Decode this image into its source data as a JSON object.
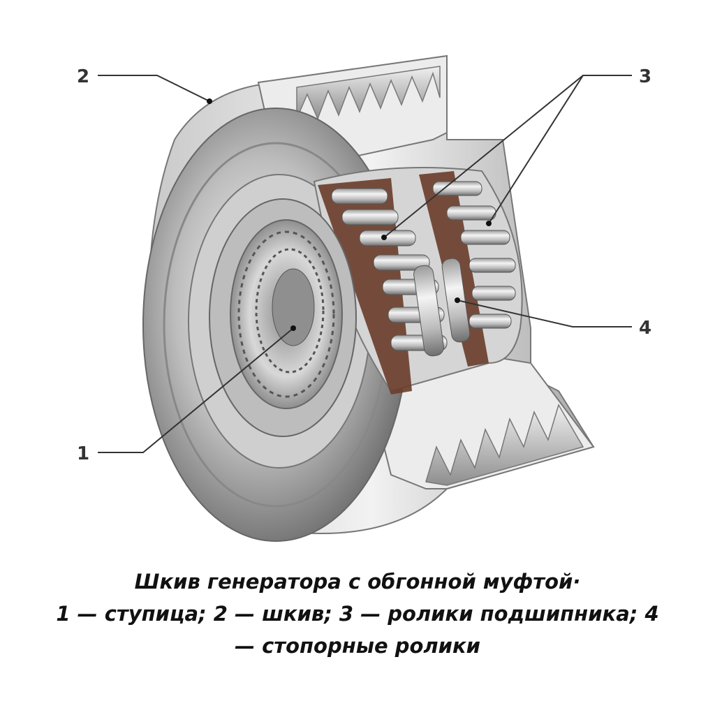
{
  "callouts": {
    "hub": "1",
    "pulley": "2",
    "bearing_rollers": "3",
    "locking_rollers": "4"
  },
  "caption": {
    "line1": "Шкив генератора с обгонной муфтой·",
    "line2": "1 — ступица; 2 — шкив; 3 — ролики подшипника; 4",
    "line3": "— стопорные ролики"
  },
  "colors": {
    "steel_light": "#e8e8e8",
    "steel_mid": "#a8a8a8",
    "steel_dark": "#5e5e5e",
    "cage_brown": "#6b3f2e",
    "leader_line": "#333333"
  }
}
